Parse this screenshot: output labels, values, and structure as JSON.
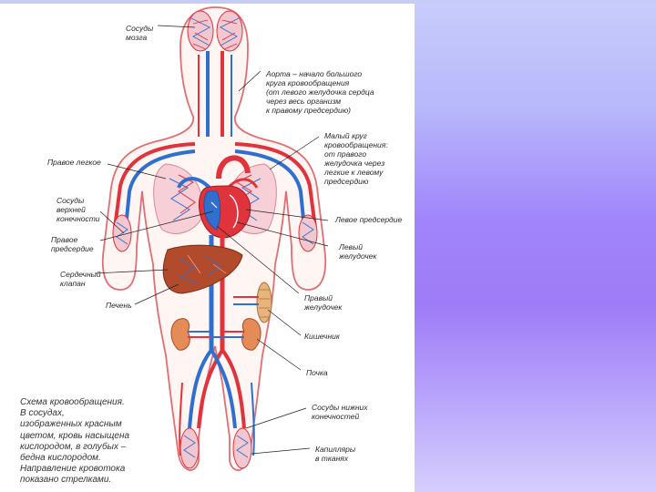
{
  "labels": {
    "brain_vessels": "Сосуды\nмозга",
    "aorta": "Аорта – начало большого\nкруга кровообращения\n(от левого желудочка сердца\nчерез весь организм\nк правому предсердию)",
    "pulmonary_circle": "Малый круг\nкровообращения:\nот правого\nжелудочка через\nлегкие к левому\nпредсердию",
    "right_lung": "Правое легкое",
    "upper_limb_vessels": "Сосуды\nверхней\nконечности",
    "left_atrium": "Левое предсердие",
    "right_atrium": "Правое\nпредсердие",
    "left_ventricle": "Левый\nжелудочек",
    "heart_valve": "Сердечный\nклапан",
    "liver": "Печень",
    "right_ventricle": "Правый\nжелудочек",
    "intestine": "Кишечник",
    "kidney": "Почка",
    "lower_limb_vessels": "Сосуды нижних\nконечностей",
    "tissue_capillaries": "Капилляры\nв тканях"
  },
  "caption": "Схема кровообращения.\nВ сосудах,\nизображенных красным\nцветом, кровь насыщена\nкислородом, в голубых –\nбедна кислородом.\nНаправление кровотока\nпоказано стрелками.",
  "colors": {
    "artery": "#e0333b",
    "vein": "#2f6fd0",
    "lung_fill": "#f7cfd6",
    "liver_fill": "#b24a2c",
    "body_outline": "#e06f72",
    "gradient_top": "#c9ccfb",
    "gradient_mid": "#9e7cf7",
    "gradient_bottom": "#d6cefd"
  }
}
